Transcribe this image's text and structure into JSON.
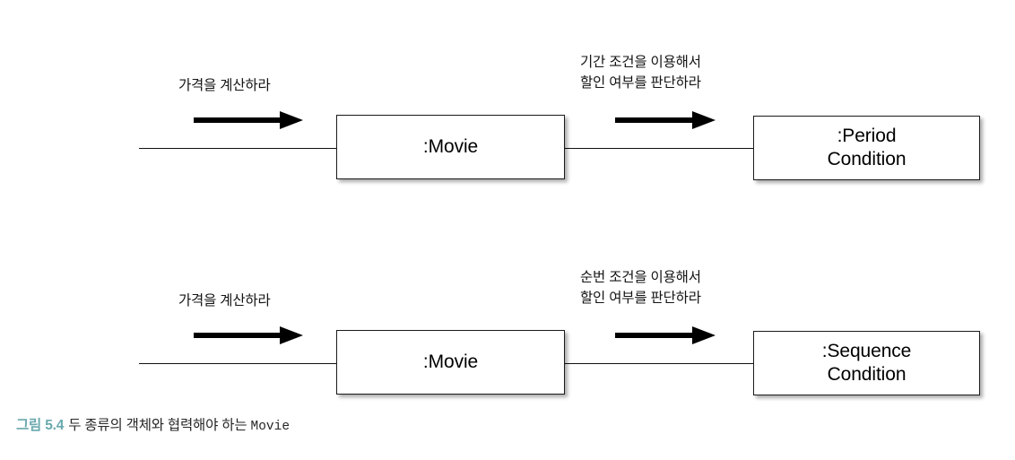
{
  "figure": {
    "caption_number": "그림 5.4",
    "caption_text": "두 종류의 객체와 협력해야 하는 ",
    "caption_code": "Movie",
    "accent_color": "#6aa9ae",
    "line_color": "#111111",
    "box_border_color": "#1b1b1b",
    "background": "#ffffff"
  },
  "rows": [
    {
      "id": "row-period",
      "sender_label": "가격을 계산하라",
      "receiver_label": "기간 조건을 이용해서\n할인 여부를 판단하라",
      "object_left": ":Movie",
      "object_right": ":Period\nCondition"
    },
    {
      "id": "row-sequence",
      "sender_label": "가격을 계산하라",
      "receiver_label": "순번 조건을 이용해서\n할인 여부를 판단하라",
      "object_left": ":Movie",
      "object_right": ":Sequence\nCondition"
    }
  ]
}
